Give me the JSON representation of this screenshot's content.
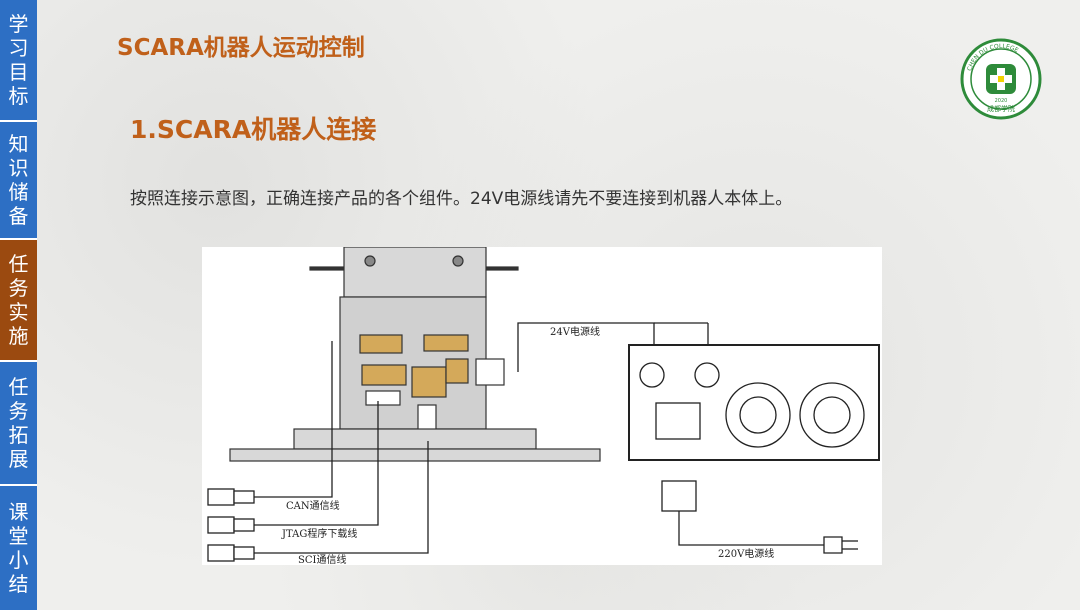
{
  "sidebar": {
    "items": [
      {
        "label": "学习目标",
        "active": false
      },
      {
        "label": "知识储备",
        "active": false
      },
      {
        "label": "任务实施",
        "active": true
      },
      {
        "label": "任务拓展",
        "active": false
      },
      {
        "label": "课堂小结",
        "active": false
      }
    ],
    "colors": {
      "normal": "#2d6fc4",
      "active": "#9b4a10"
    }
  },
  "header": {
    "title": "SCARA机器人运动控制",
    "section_title": "1.SCARA机器人连接",
    "instruction": "按照连接示意图，正确连接产品的各个组件。24V电源线请先不要连接到机器人本体上。",
    "accent_color": "#c0601a"
  },
  "logo": {
    "text_top": "CHEN DU COLLEGE",
    "text_bottom": "成都学院",
    "year": "2020",
    "colors": {
      "ring": "#2e8b3a",
      "center": "#f2d400"
    }
  },
  "diagram": {
    "labels": {
      "power_24v": "24V电源线",
      "can": "CAN通信线",
      "jtag": "JTAG程序下载线",
      "sci": "SCI通信线",
      "power_220v": "220V电源线"
    }
  }
}
